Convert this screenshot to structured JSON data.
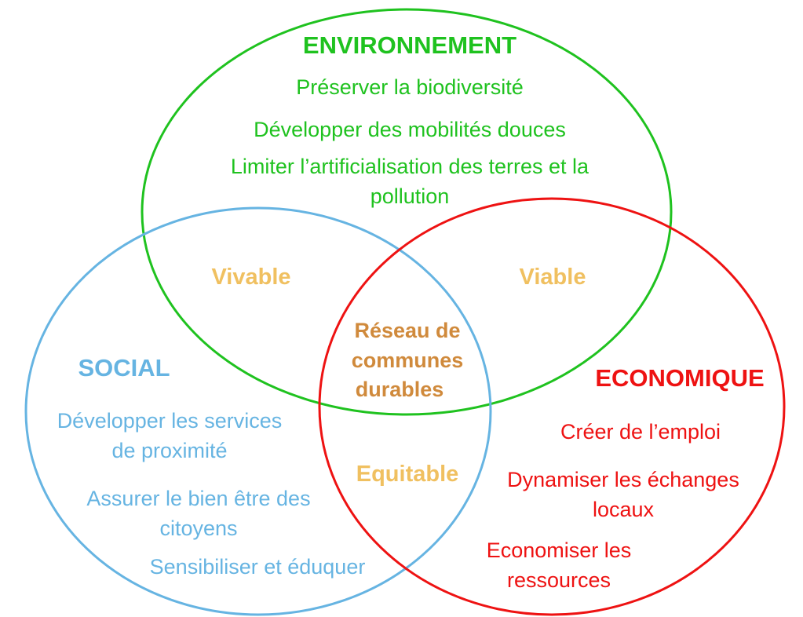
{
  "colors": {
    "environment": "#1fc21f",
    "social": "#66b4e2",
    "economic": "#ee1212",
    "intersection": "#f0c060",
    "center": "#d08a3c"
  },
  "environment": {
    "title": "ENVIRONNEMENT",
    "items": [
      "Préserver la biodiversité",
      "Développer des mobilités douces",
      "Limiter l’artificialisation des terres et la",
      "pollution"
    ]
  },
  "social": {
    "title": "SOCIAL",
    "items": [
      "Développer les services",
      "de proximité",
      "Assurer le bien être des",
      "citoyens",
      "Sensibiliser et éduquer"
    ]
  },
  "economic": {
    "title": "ECONOMIQUE",
    "items": [
      "Créer de l’emploi",
      "Dynamiser les échanges",
      "locaux",
      "Economiser les",
      "ressources"
    ]
  },
  "intersections": {
    "vivable": "Vivable",
    "viable": "Viable",
    "equitable": "Equitable"
  },
  "center": {
    "lines": [
      "Réseau de",
      "communes",
      "durables"
    ]
  }
}
